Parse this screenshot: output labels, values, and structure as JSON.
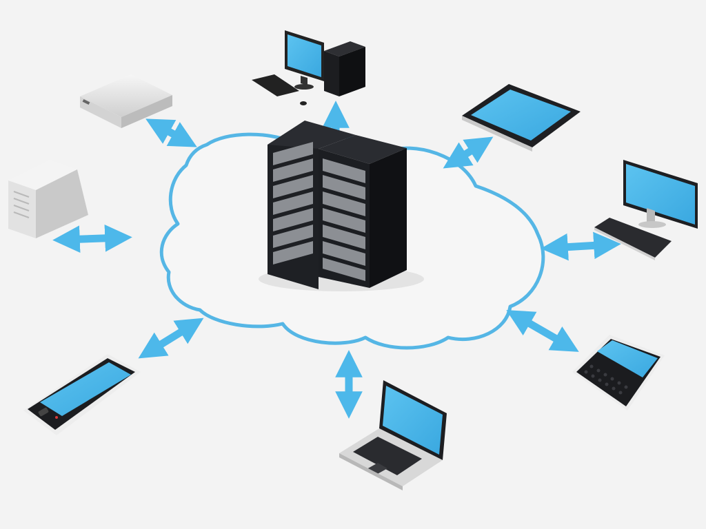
{
  "diagram": {
    "type": "cloud-network",
    "center": {
      "device": "server-rack",
      "icon": "server-rack-icon"
    },
    "connections": [
      {
        "device": "network-appliance",
        "icon": "network-appliance-icon",
        "bidirectional": true
      },
      {
        "device": "desktop-tower-computer",
        "icon": "desktop-computer-icon",
        "bidirectional": false
      },
      {
        "device": "tablet",
        "icon": "tablet-icon",
        "bidirectional": true
      },
      {
        "device": "desktop-monitor-keyboard",
        "icon": "monitor-icon",
        "bidirectional": true
      },
      {
        "device": "qwerty-smartphone",
        "icon": "qwerty-phone-icon",
        "bidirectional": true
      },
      {
        "device": "laptop",
        "icon": "laptop-icon",
        "bidirectional": true
      },
      {
        "device": "smartphone",
        "icon": "smartphone-icon",
        "bidirectional": true
      },
      {
        "device": "external-drive",
        "icon": "external-drive-icon",
        "bidirectional": true
      }
    ]
  },
  "colors": {
    "background": "#f3f3f3",
    "accent_blue": "#4db8ea",
    "cloud_outline": "#55b6e5",
    "screen_blue": "#4bb5ea",
    "server_black": "#1e2024",
    "device_white": "#e9e9e9"
  }
}
